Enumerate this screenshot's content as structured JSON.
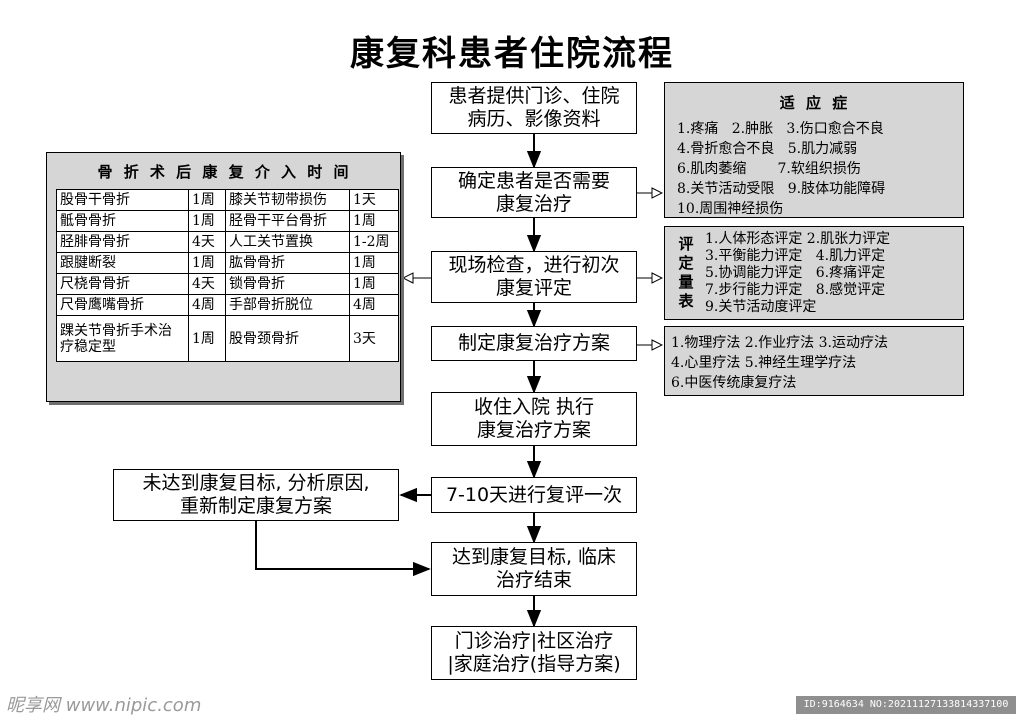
{
  "title": "康复科患者住院流程",
  "flow": {
    "step1": "患者提供门诊、住院\n病历、影像资料",
    "step2": "确定患者是否需要\n康复治疗",
    "step3": "现场检查，进行初次\n康复评定",
    "step4": "制定康复治疗方案",
    "step5": "收住入院 执行\n康复治疗方案",
    "step6": "7-10天进行复评一次",
    "step7": "达到康复目标, 临床\n治疗结束",
    "step8": "门诊治疗|社区治疗\n|家庭治疗(指导方案)",
    "side_not_met": "未达到康复目标, 分析原因,\n重新制定康复方案"
  },
  "indications": {
    "title": "适 应 症",
    "lines": [
      "1.疼痛   2.肿胀   3.伤口愈合不良",
      "4.骨折愈合不良   5.肌力减弱",
      "6.肌肉萎缩       7.软组织损伤",
      "8.关节活动受限   9.肢体功能障碍",
      "10.周围神经损伤"
    ]
  },
  "assessment": {
    "label": [
      "评",
      "定",
      "量",
      "表"
    ],
    "lines": [
      "1.人体形态评定 2.肌张力评定",
      "3.平衡能力评定   4.肌力评定",
      "5.协调能力评定   6.疼痛评定",
      "7.步行能力评定   8.感觉评定",
      "9.关节活动度评定"
    ]
  },
  "therapies": {
    "lines": [
      "1.物理疗法 2.作业疗法 3.运动疗法",
      "4.心里疗法 5.神经生理学疗法",
      "6.中医传统康复疗法"
    ]
  },
  "fracture": {
    "title": "骨 折 术 后 康 复 介 入 时 间",
    "rows": [
      [
        "股骨干骨折",
        "1周",
        "膝关节韧带损伤",
        "1天"
      ],
      [
        "骶骨骨折",
        "1周",
        "胫骨干平台骨折",
        "1周"
      ],
      [
        "胫腓骨骨折",
        "4天",
        "人工关节置换",
        "1-2周"
      ],
      [
        "跟腱断裂",
        "1周",
        "肱骨骨折",
        "1周"
      ],
      [
        "尺桡骨骨折",
        "4天",
        "锁骨骨折",
        "1周"
      ],
      [
        "尺骨鹰嘴骨折",
        "4周",
        "手部骨折脱位",
        "4周"
      ],
      [
        "踝关节骨折手术治疗稳定型",
        "1周",
        "股骨颈骨折",
        "3天"
      ]
    ]
  },
  "watermark": {
    "left": "昵享网 www.nipic.com",
    "right": "ID:9164634 NO:20211127133814337100"
  }
}
